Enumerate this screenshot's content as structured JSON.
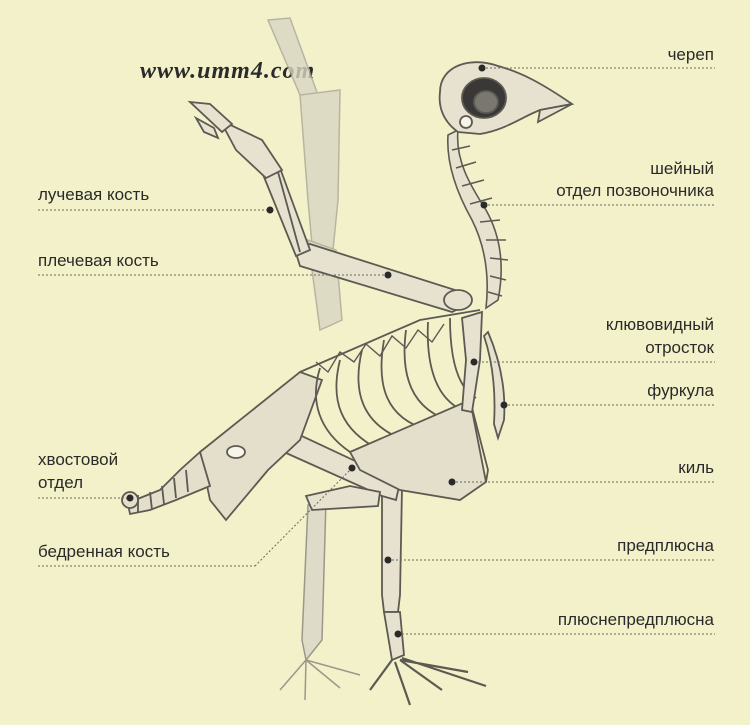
{
  "watermark": "www.umm4.com",
  "labels": {
    "skull": "череп",
    "cervical_1": "шейный",
    "cervical_2": "отдел позвоночника",
    "radius": "лучевая кость",
    "humerus": "плечевая кость",
    "coracoid_1": "клювовидный",
    "coracoid_2": "отросток",
    "furcula": "фуркула",
    "tail_1": "хвостовой",
    "tail_2": "отдел",
    "keel": "киль",
    "femur": "бедренная кость",
    "tarsus": "предплюсна",
    "tarsometatarsus": "плюснепредплюсна"
  },
  "colors": {
    "background": "#f3f1c9",
    "bone_fill": "#e6e2cf",
    "bone_stroke": "#5c5a52",
    "leader": "#6b6a5a",
    "dot": "#2a2a2a"
  }
}
